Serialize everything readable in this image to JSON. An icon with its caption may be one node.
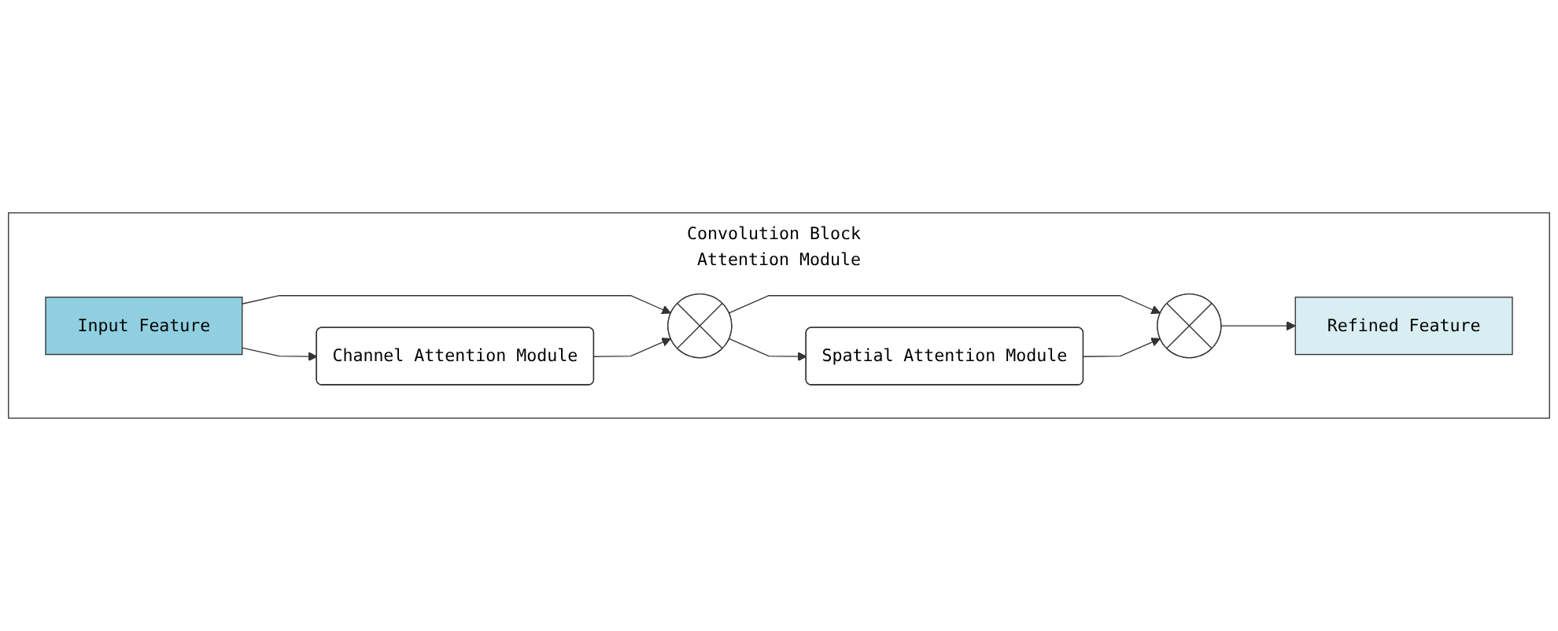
{
  "diagram": {
    "nodes": [
      {
        "text": [
          "Convolution Block Attention Module"
        ]
      },
      {
        "text": [
          "Input Feature"
        ],
        "in": 0
      },
      {
        "text": [
          "Channel Attention Module"
        ],
        "in": 0
      },
      {
        "text": [],
        "shape": "circle",
        "in": 0
      },
      {
        "text": [
          "Spatial Attention Module"
        ],
        "in": 0
      },
      {
        "text": [],
        "shape": "circle",
        "in": 0
      },
      {
        "text": [
          "Refined Feature"
        ],
        "in": 0
      }
    ],
    "edges": [
      {
        "from": 1,
        "to": 2,
        "arrow": "to"
      },
      {
        "from": 1,
        "to": 3,
        "arrow": "to"
      },
      {
        "from": 2,
        "to": 3,
        "arrow": "to"
      },
      {
        "from": 3,
        "to": 4,
        "arrow": "to"
      },
      {
        "from": 3,
        "to": 5,
        "arrow": "to"
      },
      {
        "from": 4,
        "to": 5,
        "arrow": "to"
      },
      {
        "from": 5,
        "to": 6,
        "arrow": "to"
      }
    ]
  }
}
